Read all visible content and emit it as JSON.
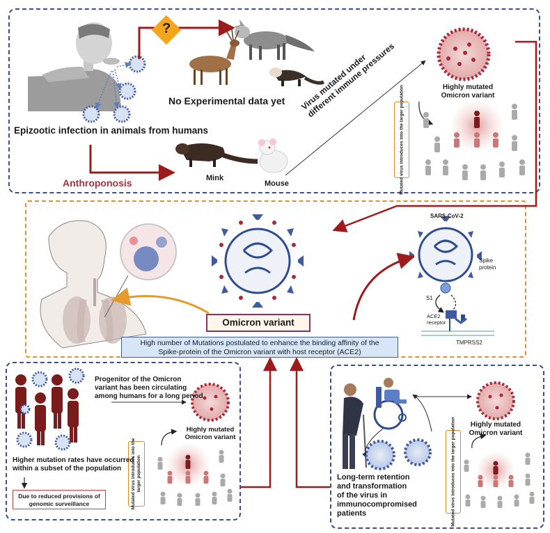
{
  "top": {
    "epizootic_label": "Epizootic infection in animals from humans",
    "no_data_label": "No Experimental data yet",
    "anthroponosis_label": "Anthroponosis",
    "mink_label": "Mink",
    "mouse_label": "Mouse",
    "immune_line1": "Virus mutated under",
    "immune_line2": "different immune pressures",
    "highly_mutated_line1": "Highly mutated",
    "highly_mutated_line2": "Omicron variant",
    "introduces_label": "Mutated virus introduces into the larger population",
    "question_mark": "?"
  },
  "middle": {
    "sars_label": "SARS-CoV-2",
    "spike_line1": "Spike",
    "spike_line2": "protein",
    "s1_label": "S1",
    "ace2_line1": "ACE2",
    "ace2_line2": "receptor",
    "tmprss2_label": "TMPRSS2",
    "omicron_label": "Omicron variant",
    "mutations_line1": "High number of Mutations postulated to enhance the  binding affinity of the",
    "mutations_line2": "Spike-protein of the Omicron variant with host receptor (ACE2)"
  },
  "bottom_left": {
    "progenitor_line1": "Progenitor of the Omicron",
    "progenitor_line2": "variant has been circulating",
    "progenitor_line3": "among humans for a long period",
    "highly_mutated_line1": "Highly mutated",
    "highly_mutated_line2": "Omicron variant",
    "introduces_line1": "Mutated virus introduces into the",
    "introduces_line2": "larger population",
    "higher_rates_line1": "Higher mutation rates have occurred",
    "higher_rates_line2": "within a subset of the population",
    "surveillance_line1": "Due to reduced provisions of",
    "surveillance_line2": "genomic surveillance"
  },
  "bottom_right": {
    "highly_mutated_line1": "Highly mutated",
    "highly_mutated_line2": "Omicron variant",
    "introduces_label": "Mutated virus introduces into the larger population",
    "retention_line1": "Long-term retention",
    "retention_line2": "and transformation",
    "retention_line3": "of the virus in",
    "retention_line4": "immunocompromised",
    "retention_line5": "patients"
  },
  "colors": {
    "dark_red": "#9e1b1b",
    "panel_border": "#3b4f86",
    "orange_border": "#e0912c",
    "virus_blue": "#3f5aa0",
    "omicron_red": "#a8293a",
    "figure_maroon": "#7b1c1c"
  }
}
